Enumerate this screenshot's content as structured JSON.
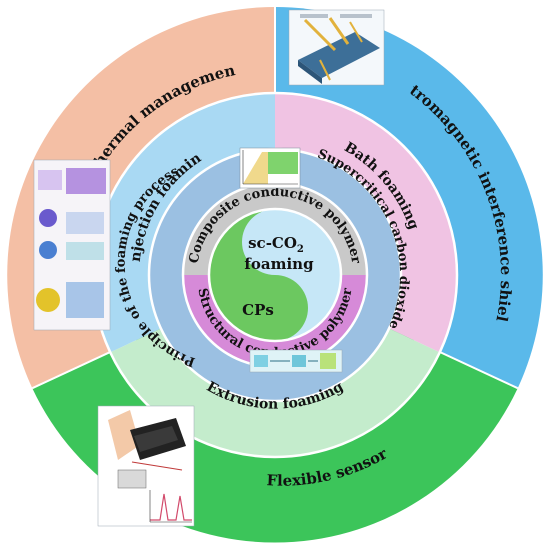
{
  "outer_ring": {
    "thermal_management": "Thermal management",
    "emi_shielding": "Electromagnetic interference shielding",
    "flexible_sensor": "Flexible sensor"
  },
  "middle_ring": {
    "injection_foaming": "Injection foaming",
    "bath_foaming": "Bath foaming",
    "extrusion_foaming": "Extrusion foaming"
  },
  "inner_ring": {
    "principle": "Principle of the foaming process",
    "supercritical": "Supercritical carbon dioxide"
  },
  "core_ring": {
    "composite": "Composite conductive polymer",
    "structural": "Structural conductive polymer"
  },
  "center": {
    "sc_prefix": "sc-CO",
    "sc_sub": "2",
    "foaming": "foaming",
    "cps": "CPs"
  },
  "colors": {
    "thermal": "#f4bfa5",
    "emi": "#5ab9ea",
    "sensor": "#3cc55a",
    "injection": "#a9d9f3",
    "bath": "#f0c3e3",
    "extrusion": "#c4eccc",
    "inner_ring": "#9bc0e2",
    "composite": "#c9c9c9",
    "structural": "#d68ad8",
    "yin_green": "#6cc860",
    "yang_blue": "#c6e7f7"
  }
}
